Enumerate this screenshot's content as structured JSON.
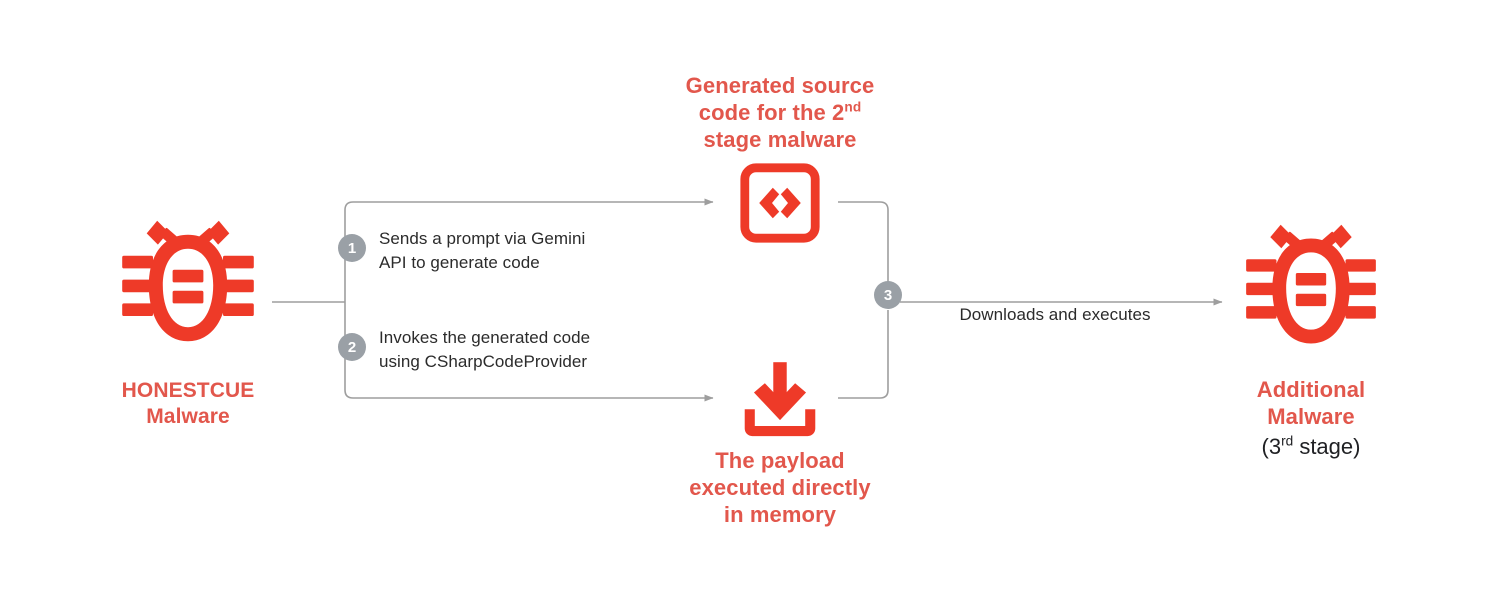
{
  "theme": {
    "accent_red": "#E2574C",
    "icon_red": "#EE3A28",
    "badge_gray": "#9AA0A6",
    "wire_gray": "#9E9E9E",
    "text_dark": "#202124",
    "background": "#FFFFFF"
  },
  "nodes": {
    "source_malware": {
      "icon": "bug-icon",
      "label_line1": "HONESTCUE",
      "label_line2": "Malware"
    },
    "generated_code": {
      "icon": "code-brackets-icon",
      "title_line1": "Generated source",
      "title_line2_pre": "code for the 2",
      "title_line2_sup": "nd",
      "title_line3": "stage malware"
    },
    "payload": {
      "icon": "download-icon",
      "caption_line1": "The payload",
      "caption_line2": "executed directly",
      "caption_line3": "in memory"
    },
    "additional_malware": {
      "icon": "bug-icon",
      "label_line1": "Additional",
      "label_line2": "Malware",
      "sub_pre": "(3",
      "sub_sup": "rd",
      "sub_post": " stage)"
    }
  },
  "steps": [
    {
      "number": "1",
      "text": "Sends a prompt via Gemini\nAPI to generate code"
    },
    {
      "number": "2",
      "text": "Invokes the generated code\nusing CSharpCodeProvider"
    },
    {
      "number": "3",
      "text": "Downloads and executes"
    }
  ]
}
